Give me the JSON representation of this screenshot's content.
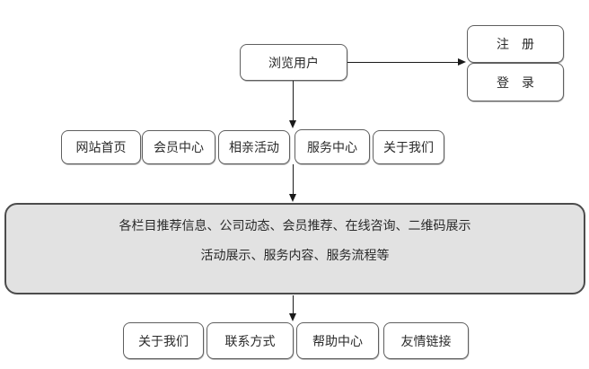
{
  "colors": {
    "box_border": "#5f5f5f",
    "panel_border": "#4c4c4c",
    "panel_fill": "#e2e2e2",
    "arrow": "#1a1a1a",
    "text": "#2a2a2a"
  },
  "diagram": {
    "browse_user": {
      "label": "浏览用户"
    },
    "auth": [
      {
        "label": "注　册"
      },
      {
        "label": "登　录"
      }
    ],
    "nav": [
      {
        "label": "网站首页"
      },
      {
        "label": "会员中心"
      },
      {
        "label": "相亲活动"
      },
      {
        "label": "服务中心"
      },
      {
        "label": "关于我们"
      }
    ],
    "content_panel": {
      "line1": "各栏目推荐信息、公司动态、会员推荐、在线咨询、二维码展示",
      "line2": "活动展示、服务内容、服务流程等"
    },
    "footer": [
      {
        "label": "关于我们"
      },
      {
        "label": "联系方式"
      },
      {
        "label": "帮助中心"
      },
      {
        "label": "友情链接"
      }
    ]
  }
}
